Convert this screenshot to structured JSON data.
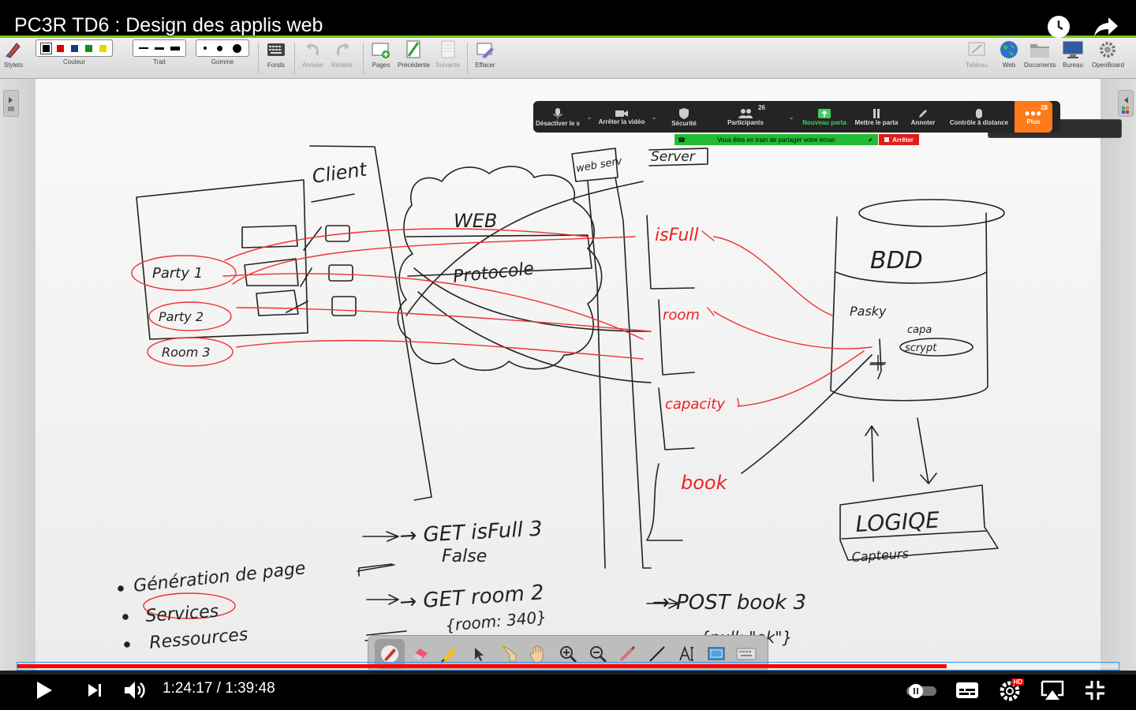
{
  "video": {
    "title": "PC3R TD6 : Design des applis web",
    "current_time": "1:24:17",
    "duration": "1:39:48",
    "time_separator": " / ",
    "progress_fraction": 0.844,
    "buffered_fraction": 0.847,
    "hd_badge": "HD"
  },
  "toolbar": {
    "stylets_label": "Stylets",
    "couleur_label": "Couleur",
    "trait_label": "Trait",
    "gomme_label": "Gomme",
    "fonds_label": "Fonds",
    "annuler_label": "Annuler",
    "retablir_label": "Rétablir",
    "pages_label": "Pages",
    "precedente_label": "Précédente",
    "suivante_label": "Suivante",
    "effacer_label": "Effacer",
    "tableau_label": "Tableau",
    "web_label": "Web",
    "documents_label": "Documents",
    "bureau_label": "Bureau",
    "openboard_label": "OpenBoard",
    "colors": [
      "#000000",
      "#d60000",
      "#0a3e8f",
      "#118d1a",
      "#e8d800"
    ]
  },
  "zoom": {
    "mute_label": "Désactiver le s",
    "video_label": "Arrêter la vidéo",
    "security_label": "Sécurité",
    "participants_label": "Participants",
    "participants_count": "26",
    "new_share_label": "Nouveau parta",
    "pause_share_label": "Mettre le parta",
    "annotate_label": "Annoter",
    "remote_label": "Contrôle à distance",
    "more_label": "Plus",
    "more_count": "28",
    "share_banner": "Vous êtes en train de partager votre écran",
    "stop_label": "Arrêter"
  },
  "whiteboard": {
    "client": "Client",
    "web": "WEB",
    "protocole": "Protocole",
    "web_server": "web serv",
    "server": "Server",
    "isfull": "isFull",
    "room": "room",
    "capacity": "capacity",
    "book": "book",
    "bdd": "BDD",
    "pasky": "Pasky",
    "capa": "capa",
    "scrypt": "scrypt",
    "logique": "LOGIQE",
    "capteurs": "Capteurs",
    "party1": "Party 1",
    "party2": "Party 2",
    "room3": "Room 3",
    "req1": "→ GET isFull 3",
    "resp1": "False",
    "req2": "→ GET room 2",
    "resp2": "{room: 340}",
    "req3": "→ POST book 3",
    "resp3": "{null: \"ok\"}",
    "bullet1": "Génération de page",
    "bullet2": "Services",
    "bullet3": "Ressources"
  }
}
